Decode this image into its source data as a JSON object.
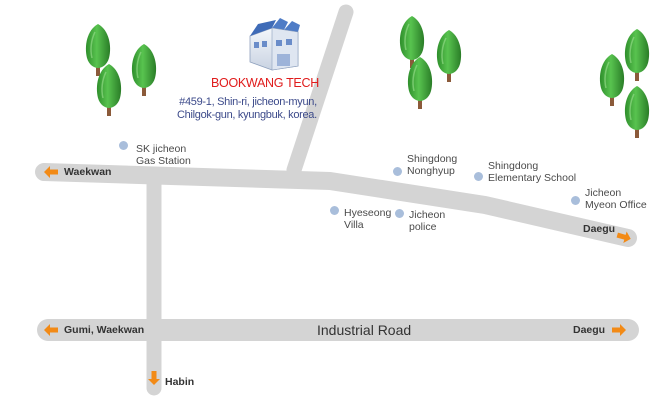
{
  "company": {
    "name": "BOOKWANG TECH",
    "address_line1": "#459-1, Shin-ri, jicheon-myun,",
    "address_line2": "Chilgok-gun, kyungbuk, korea."
  },
  "landmarks": {
    "sk_gas": {
      "line1": "SK jicheon",
      "line2": "Gas Station"
    },
    "nonghyup": {
      "line1": "Shingdong",
      "line2": "Nonghyup"
    },
    "elem_school": {
      "line1": "Shingdong",
      "line2": "Elementary School"
    },
    "myeon_office": {
      "line1": "Jicheon",
      "line2": "Myeon Office"
    },
    "hyeseong": {
      "line1": "Hyeseong",
      "line2": "Villa"
    },
    "police": {
      "line1": "Jicheon",
      "line2": "police"
    }
  },
  "directions": {
    "waekwan": "Waekwan",
    "daegu_upper": "Daegu",
    "gumi_waekwan": "Gumi, Waekwan",
    "daegu_lower": "Daegu",
    "habin": "Habin"
  },
  "roads": {
    "industrial": "Industrial Road"
  },
  "colors": {
    "road": "#d4d4d4",
    "arrow": "#f28a16",
    "landmark_dot": "#a9bedb",
    "company_name": "#e01c1c",
    "address": "#3c4a8a",
    "tree_fill": "#3fa83a"
  },
  "icons": {
    "company": "factory-building-icon",
    "tree": "tree-icon",
    "direction": "orange-arrow-icon"
  }
}
